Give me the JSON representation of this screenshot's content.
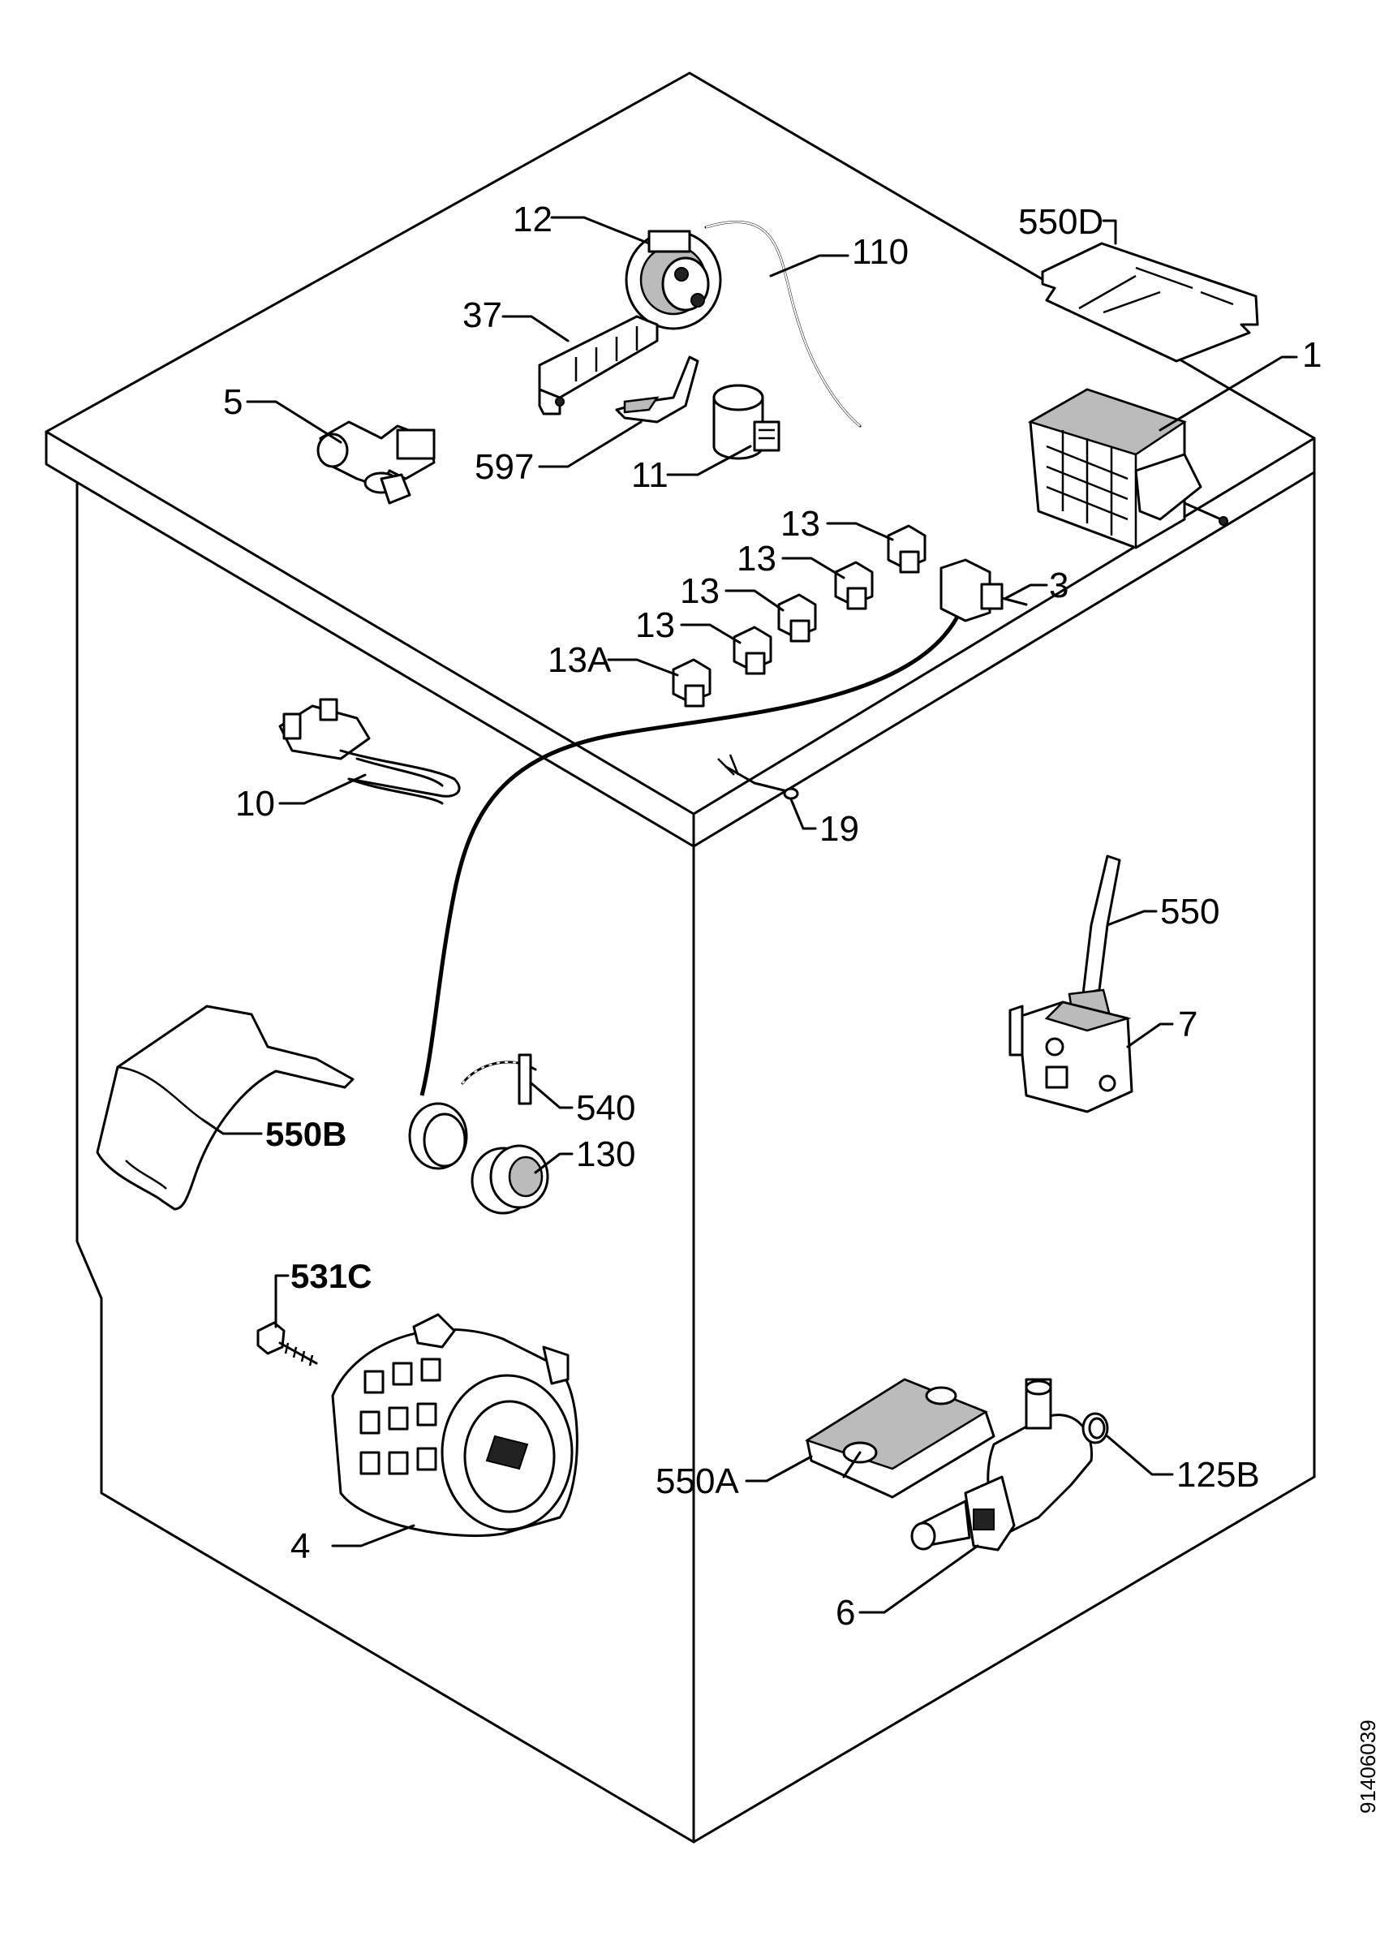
{
  "diagram": {
    "code": "91406039",
    "labels": {
      "l550D": "550D",
      "l12": "12",
      "l110": "110",
      "l37": "37",
      "l1": "1",
      "l5": "5",
      "l597": "597",
      "l11": "11",
      "l13a": "13",
      "l13b": "13",
      "l13c": "13",
      "l13d": "13",
      "l13A": "13A",
      "l3": "3",
      "l10": "10",
      "l19": "19",
      "l550": "550",
      "l7": "7",
      "l540": "540",
      "l130": "130",
      "l550B": "550B",
      "l531C": "531C",
      "l550A": "550A",
      "l125B": "125B",
      "l4": "4",
      "l6": "6"
    }
  }
}
